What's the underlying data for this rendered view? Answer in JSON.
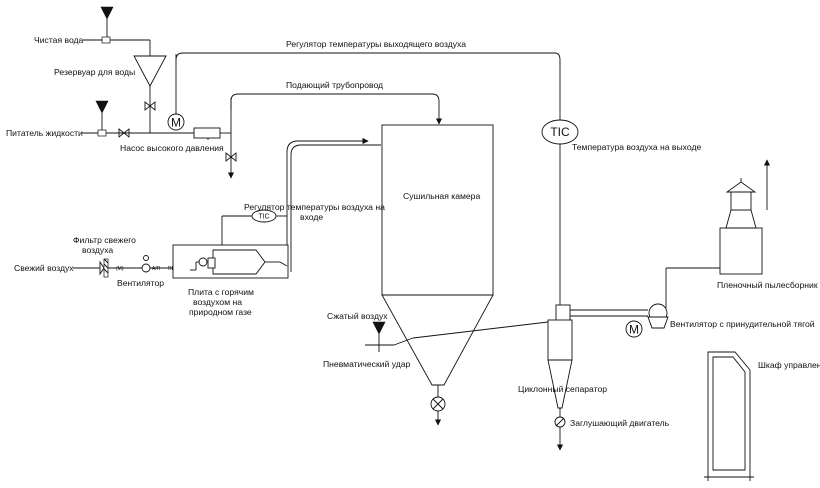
{
  "labels": {
    "clean_water": "Чистая вода",
    "water_tank": "Резервуар для воды",
    "liquid_feeder": "Питатель жидкости",
    "hp_pump": "Насос высокого давления",
    "outlet_temp_regulator": "Регулятор температуры выходящего воздуха",
    "supply_pipe": "Подающий трубопровод",
    "outlet_air_temp": "Температура воздуха на выходе",
    "drying_chamber": "Сушильная камера",
    "inlet_temp_regulator_l1": "Регулятор температуры воздуха на",
    "inlet_temp_regulator_l2": "входе",
    "fresh_air_filter_l1": "Фильтр свежего",
    "fresh_air_filter_l2": "воздуха",
    "fresh_air": "Свежий воздух",
    "fan": "Вентилятор",
    "gas_stove_l1": "Плита с горячим",
    "gas_stove_l2": "воздухом на",
    "gas_stove_l3": "природном газе",
    "compressed_air": "Сжатый воздух",
    "pneumatic_hammer": "Пневматический удар",
    "cyclone": "Циклонный сепаратор",
    "airlock_motor": "Заглушающий двигатель",
    "film_dust_collector": "Пленочный пылесборник",
    "induced_draft_fan": "Вентилятор с принудительной тягой",
    "control_cabinet": "Шкаф управления"
  },
  "instruments": {
    "tic": "TIC",
    "motor": "M"
  },
  "tiny_marks": {
    "m1": "(M)",
    "m2": "A/R",
    "m3": "RE",
    "m4": "SA"
  },
  "icons": [
    "motor-icon",
    "valve-icon",
    "arrow-icon",
    "tic-icon",
    "funnel-icon",
    "filter-icon"
  ]
}
